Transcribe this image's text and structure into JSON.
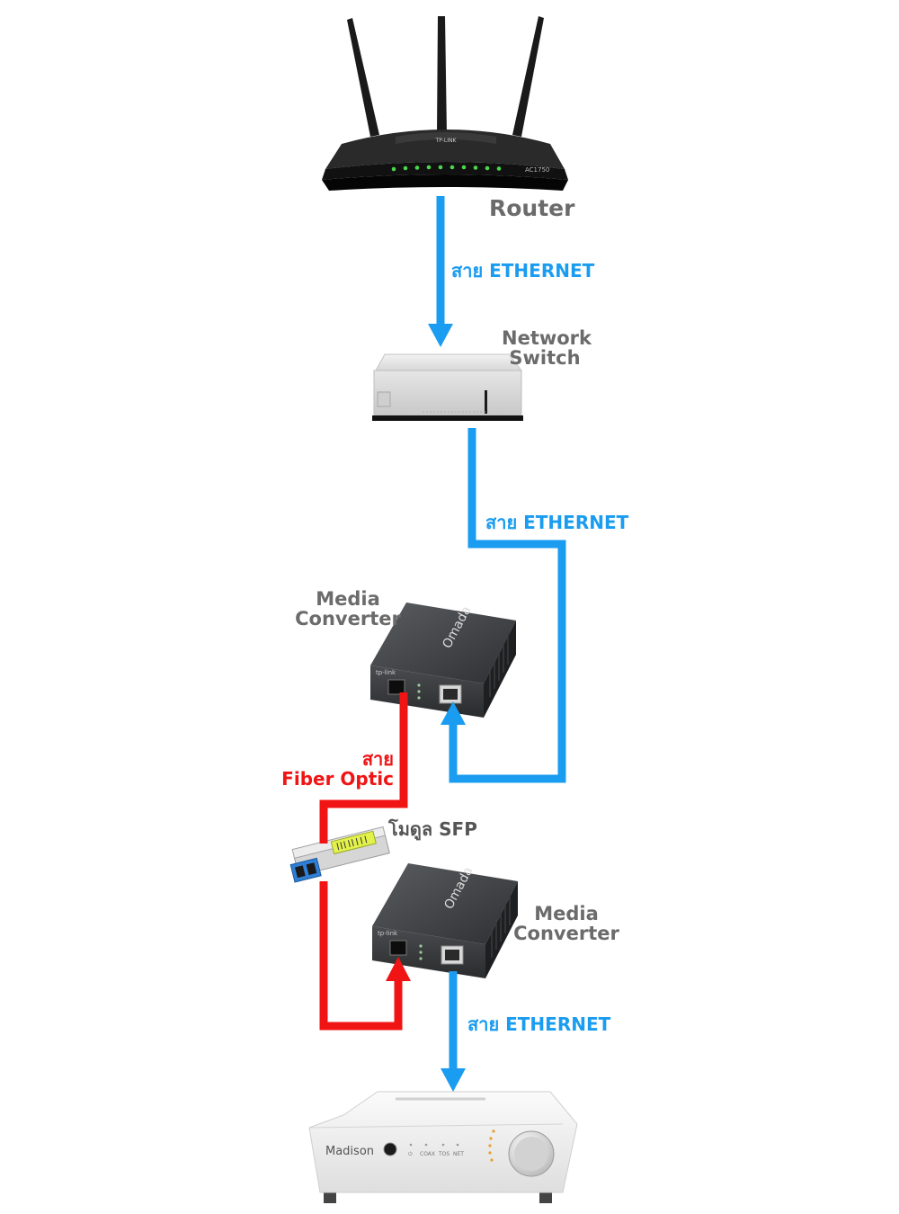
{
  "devices": {
    "router": {
      "label": "Router",
      "brand": "TP-LINK",
      "model": "AC1750"
    },
    "switch": {
      "label_line1": "Network",
      "label_line2": "Switch"
    },
    "converter_top": {
      "label_line1": "Media",
      "label_line2": "Converter",
      "brand": "Omada",
      "vendor": "tp-link"
    },
    "converter_bottom": {
      "label_line1": "Media",
      "label_line2": "Converter",
      "brand": "Omada",
      "vendor": "tp-link"
    },
    "sfp": {
      "label": "โมดูล SFP"
    },
    "amp": {
      "brand": "Madison",
      "indicators": [
        "⏻",
        "COAX",
        "TOS",
        "NET"
      ]
    }
  },
  "cables": {
    "ethernet_1": "สาย ETHERNET",
    "ethernet_2": "สาย ETHERNET",
    "ethernet_3": "สาย ETHERNET",
    "fiber_line1": "สาย",
    "fiber_line2": "Fiber Optic"
  },
  "colors": {
    "ethernet": "#1a9cf0",
    "fiber": "#f01414",
    "label_gray": "#6b6b6b"
  }
}
